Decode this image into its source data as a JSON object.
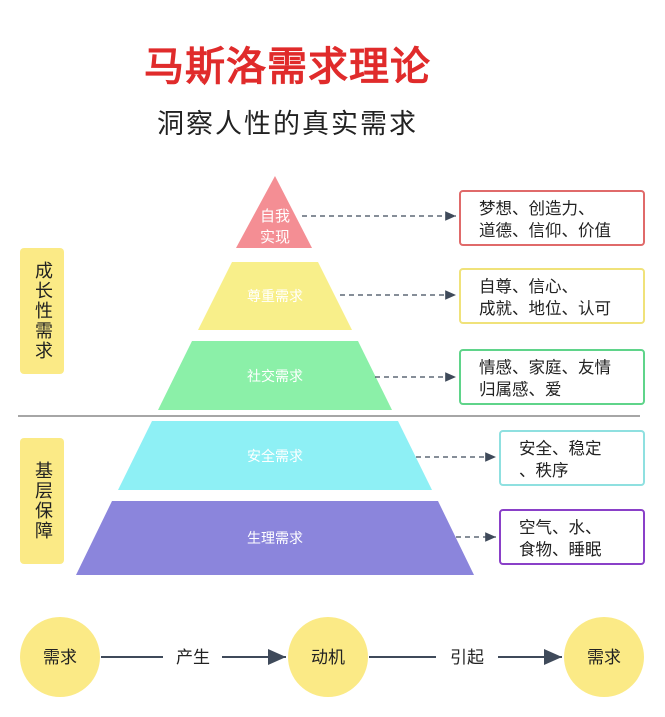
{
  "title": "马斯洛需求理论",
  "subtitle": "洞察人性的真实需求",
  "side_labels": {
    "growth": "成长性需求",
    "basic": "基层保障"
  },
  "levels": [
    {
      "label": "自我\n实现",
      "note": "梦想、创造力、\n道德、信仰、价值",
      "fill": "#f48e94",
      "border": "#e06a6a"
    },
    {
      "label": "尊重需求",
      "note": "自尊、信心、\n成就、地位、认可",
      "fill": "#f8ef8a",
      "border": "#f0e27a"
    },
    {
      "label": "社交需求",
      "note": "情感、家庭、友情\n归属感、爱",
      "fill": "#8bf0a8",
      "border": "#5fd48a"
    },
    {
      "label": "安全需求",
      "note": "安全、稳定\n、秩序",
      "fill": "#8ef0f5",
      "border": "#8fe0e0"
    },
    {
      "label": "生理需求",
      "note": "空气、水、\n食物、睡眠",
      "fill": "#8b85dc",
      "border": "#8a40c8"
    }
  ],
  "cycle": {
    "nodes": [
      "需求",
      "动机",
      "需求"
    ],
    "edges": [
      "产生",
      "引起"
    ],
    "node_fill": "#fbea86"
  },
  "colors": {
    "title": "#e02b2b",
    "divider": "#888888",
    "arrow": "#3f4a5a"
  }
}
